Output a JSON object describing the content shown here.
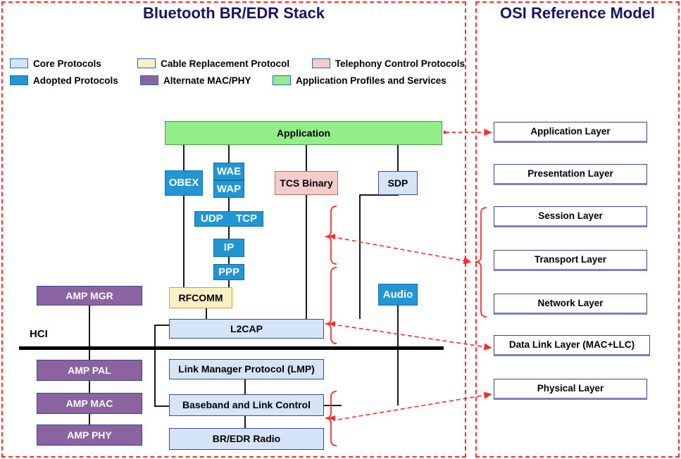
{
  "left_panel": {
    "title": "Bluetooth BR/EDR Stack",
    "hci_label": "HCI",
    "legend": [
      {
        "label": "Core Protocols",
        "color": "#d6e4f7"
      },
      {
        "label": "Cable Replacement Protocol",
        "color": "#fdf0c4"
      },
      {
        "label": "Telephony Control Protocols",
        "color": "#f6cccb"
      },
      {
        "label": "Adopted Protocols",
        "color": "#2196d3"
      },
      {
        "label": "Alternate MAC/PHY",
        "color": "#8a63a0"
      },
      {
        "label": "Application Profiles and Services",
        "color": "#93ee8a"
      }
    ],
    "blocks": {
      "application": "Application",
      "obex": "OBEX",
      "wae": "WAE",
      "wap": "WAP",
      "udp": "UDP",
      "tcp": "TCP",
      "ip": "IP",
      "ppp": "PPP",
      "rfcomm": "RFCOMM",
      "tcs_binary": "TCS Binary",
      "sdp": "SDP",
      "audio": "Audio",
      "l2cap": "L2CAP",
      "lmp": "Link Manager Protocol (LMP)",
      "baseband": "Baseband and Link Control",
      "radio": "BR/EDR Radio",
      "amp_mgr": "AMP MGR",
      "amp_pal": "AMP PAL",
      "amp_mac": "AMP MAC",
      "amp_phy": "AMP PHY"
    }
  },
  "right_panel": {
    "title": "OSI Reference Model",
    "layers": [
      "Application Layer",
      "Presentation Layer",
      "Session Layer",
      "Transport Layer",
      "Network Layer",
      "Data Link Layer (MAC+LLC)",
      "Physical Layer"
    ]
  },
  "colors": {
    "title": "#1b1464",
    "panel_border": "#ff2b2b",
    "connector": "#ff2b2b",
    "osi_border": "#3b4a8c"
  }
}
